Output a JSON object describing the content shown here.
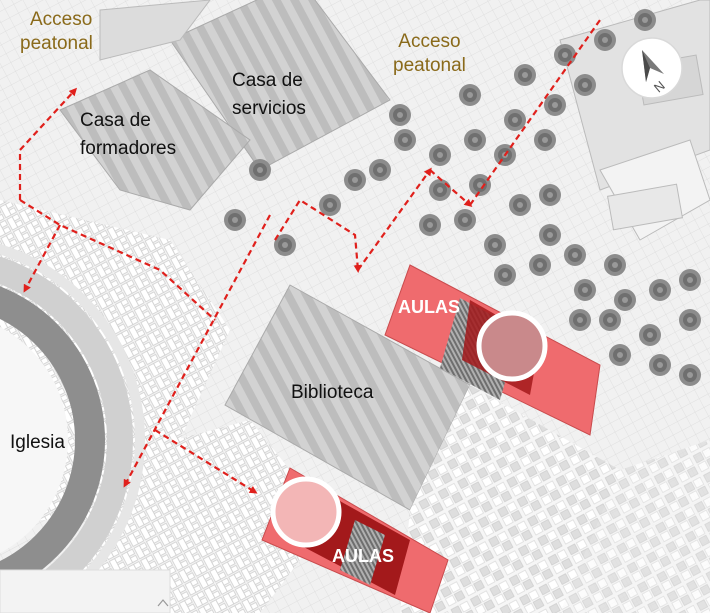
{
  "labels": {
    "access_left_1": "Acceso",
    "access_left_2": "peatonal",
    "access_right_1": "Acceso",
    "access_right_2": "peatonal",
    "casa_formadores_1": "Casa de",
    "casa_formadores_2": "formadores",
    "casa_servicios_1": "Casa de",
    "casa_servicios_2": "servicios",
    "biblioteca": "Biblioteca",
    "iglesia": "Iglesia",
    "aulas_top": "AULAS",
    "aulas_bottom": "AULAS"
  },
  "compass": {
    "letter": "N"
  },
  "colors": {
    "route": "#e0201c",
    "aulas_light": "#ef6b6e",
    "aulas_dark": "#a3191b",
    "access_text": "#8a6a1a",
    "building_gray": "#c9c9c9",
    "tree": "#8c8c8c"
  }
}
